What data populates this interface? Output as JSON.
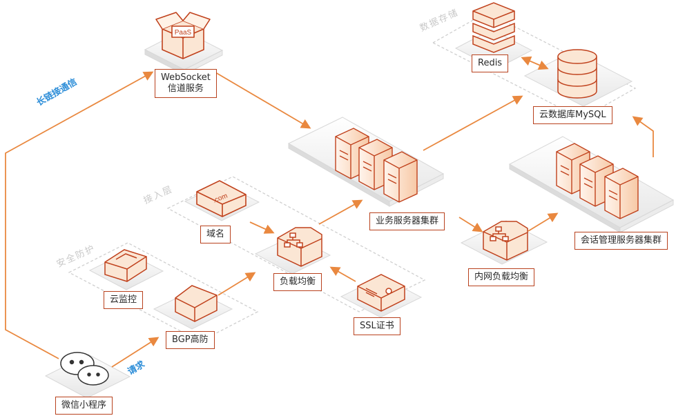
{
  "zones": {
    "storage": "数据存储",
    "access": "接入层",
    "security": "安全防护"
  },
  "edges": {
    "long_link": "长链接通信",
    "request": "请求"
  },
  "nodes": {
    "websocket": {
      "line1": "WebSocket",
      "line2": "信道服务",
      "icon": "paas-box-icon",
      "badge": "PaaS"
    },
    "redis": {
      "label": "Redis",
      "icon": "redis-stack-icon"
    },
    "mysql": {
      "label": "云数据库MySQL",
      "icon": "database-cylinder-icon"
    },
    "biz_servers": {
      "label": "业务服务器集群",
      "icon": "server-cluster-icon"
    },
    "session_servers": {
      "label": "会话管理服务器集群",
      "icon": "server-cluster-icon"
    },
    "domain": {
      "label": "域名",
      "icon": "domain-com-icon",
      "badge": ".com"
    },
    "lb": {
      "label": "负载均衡",
      "icon": "load-balancer-icon"
    },
    "inner_lb": {
      "label": "内网负载均衡",
      "icon": "load-balancer-icon"
    },
    "ssl": {
      "label": "SSL证书",
      "icon": "certificate-icon"
    },
    "monitor": {
      "label": "云监控",
      "icon": "monitor-icon"
    },
    "bgp": {
      "label": "BGP高防",
      "icon": "shield-icon"
    },
    "miniprogram": {
      "label": "微信小程序",
      "icon": "wechat-icon"
    }
  },
  "colors": {
    "accent": "#e9883f",
    "border": "#b8401c",
    "icon_fill": "#fbe6d4",
    "icon_stroke": "#c0411c",
    "zone_text": "#c8c8c8",
    "edge_text": "#2e8ed8"
  }
}
